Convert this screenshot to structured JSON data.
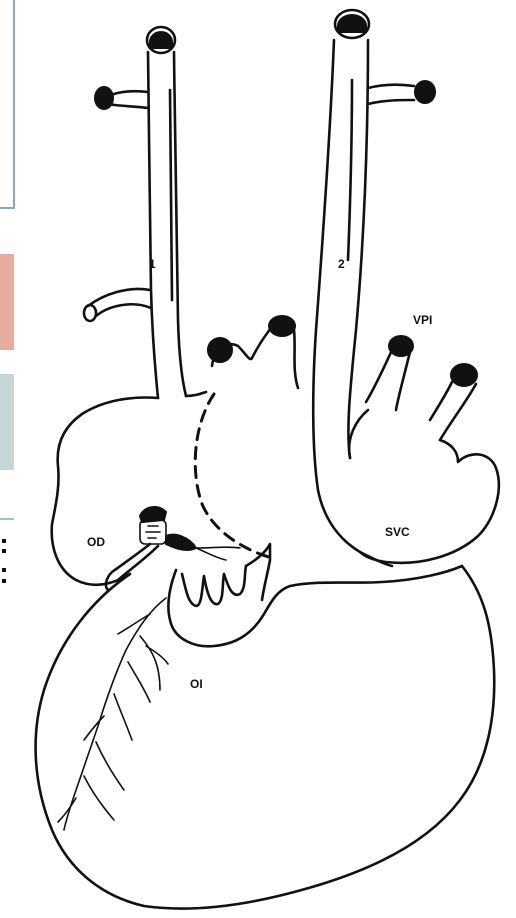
{
  "diagram": {
    "labels": {
      "vessel_1": "1",
      "vessel_2": "2",
      "vpi": "VPI",
      "od": "OD",
      "svc": "SVC",
      "oi": "OI"
    },
    "colors": {
      "ink": "#111111",
      "background": "#ffffff",
      "frame_line": "#8aa9b4",
      "salmon_panel": "#e8aba0",
      "grey_panel": "#c6d5d5"
    }
  }
}
